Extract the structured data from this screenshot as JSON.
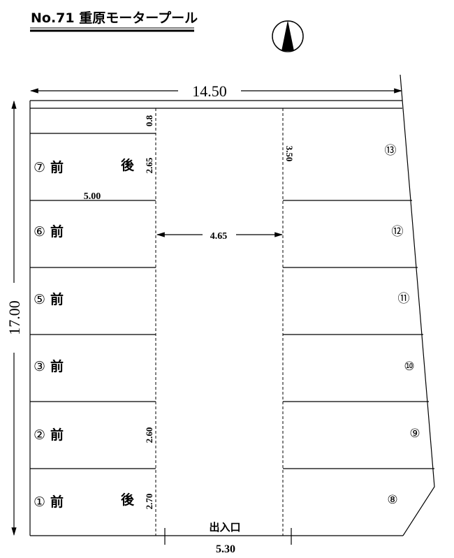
{
  "title": "No.71  重原モータープール",
  "north_symbol": "north-arrow-icon",
  "dimensions": {
    "total_width": "14.50",
    "total_height": "17.00",
    "aisle_width": "4.65",
    "space_length": "5.00",
    "entrance_width": "5.30",
    "top_strip": "0.8",
    "space7_width": "2.65",
    "space2_width": "2.60",
    "space1_width": "2.70",
    "right_space_width": "3.50"
  },
  "entrance_label": "出入口",
  "left_spaces": [
    {
      "number": "⑦",
      "front": "前",
      "back": "後"
    },
    {
      "number": "⑥",
      "front": "前"
    },
    {
      "number": "⑤",
      "front": "前"
    },
    {
      "number": "③",
      "front": "前"
    },
    {
      "number": "②",
      "front": "前"
    },
    {
      "number": "①",
      "front": "前",
      "back": "後"
    }
  ],
  "right_spaces": [
    "⑬",
    "⑫",
    "⑪",
    "⑩",
    "⑨",
    "⑧"
  ]
}
